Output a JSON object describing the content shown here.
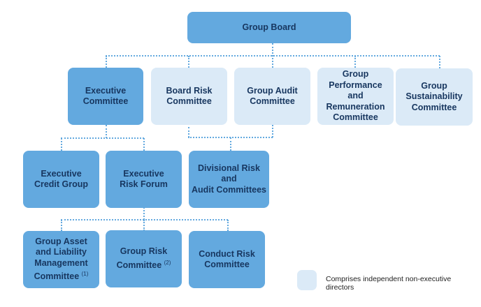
{
  "nodes": {
    "group_board": "Group Board",
    "executive_committee": "Executive\nCommittee",
    "board_risk_committee": "Board Risk\nCommittee",
    "group_audit_committee": "Group Audit\nCommittee",
    "group_performance_remuneration": "Group\nPerformance\nand\nRemuneration\nCommittee",
    "group_sustainability": "Group\nSustainability\nCommittee",
    "executive_credit_group": "Executive\nCredit Group",
    "executive_risk_forum": "Executive\nRisk Forum",
    "divisional_risk_audit": "Divisional Risk\nand\nAudit Committees",
    "group_alco": "Group Asset\nand Liability\nManagement\nCommittee",
    "group_alco_note": "(1)",
    "group_risk_committee": "Group Risk\nCommittee",
    "group_risk_committee_note": "(2)",
    "conduct_risk_committee": "Conduct Risk\nCommittee"
  },
  "legend": {
    "label": "Comprises independent non-executive directors"
  },
  "colors": {
    "executive": "#63a9df",
    "non_executive": "#dbeaf7",
    "connector": "#63a9df",
    "text": "#17365f"
  }
}
